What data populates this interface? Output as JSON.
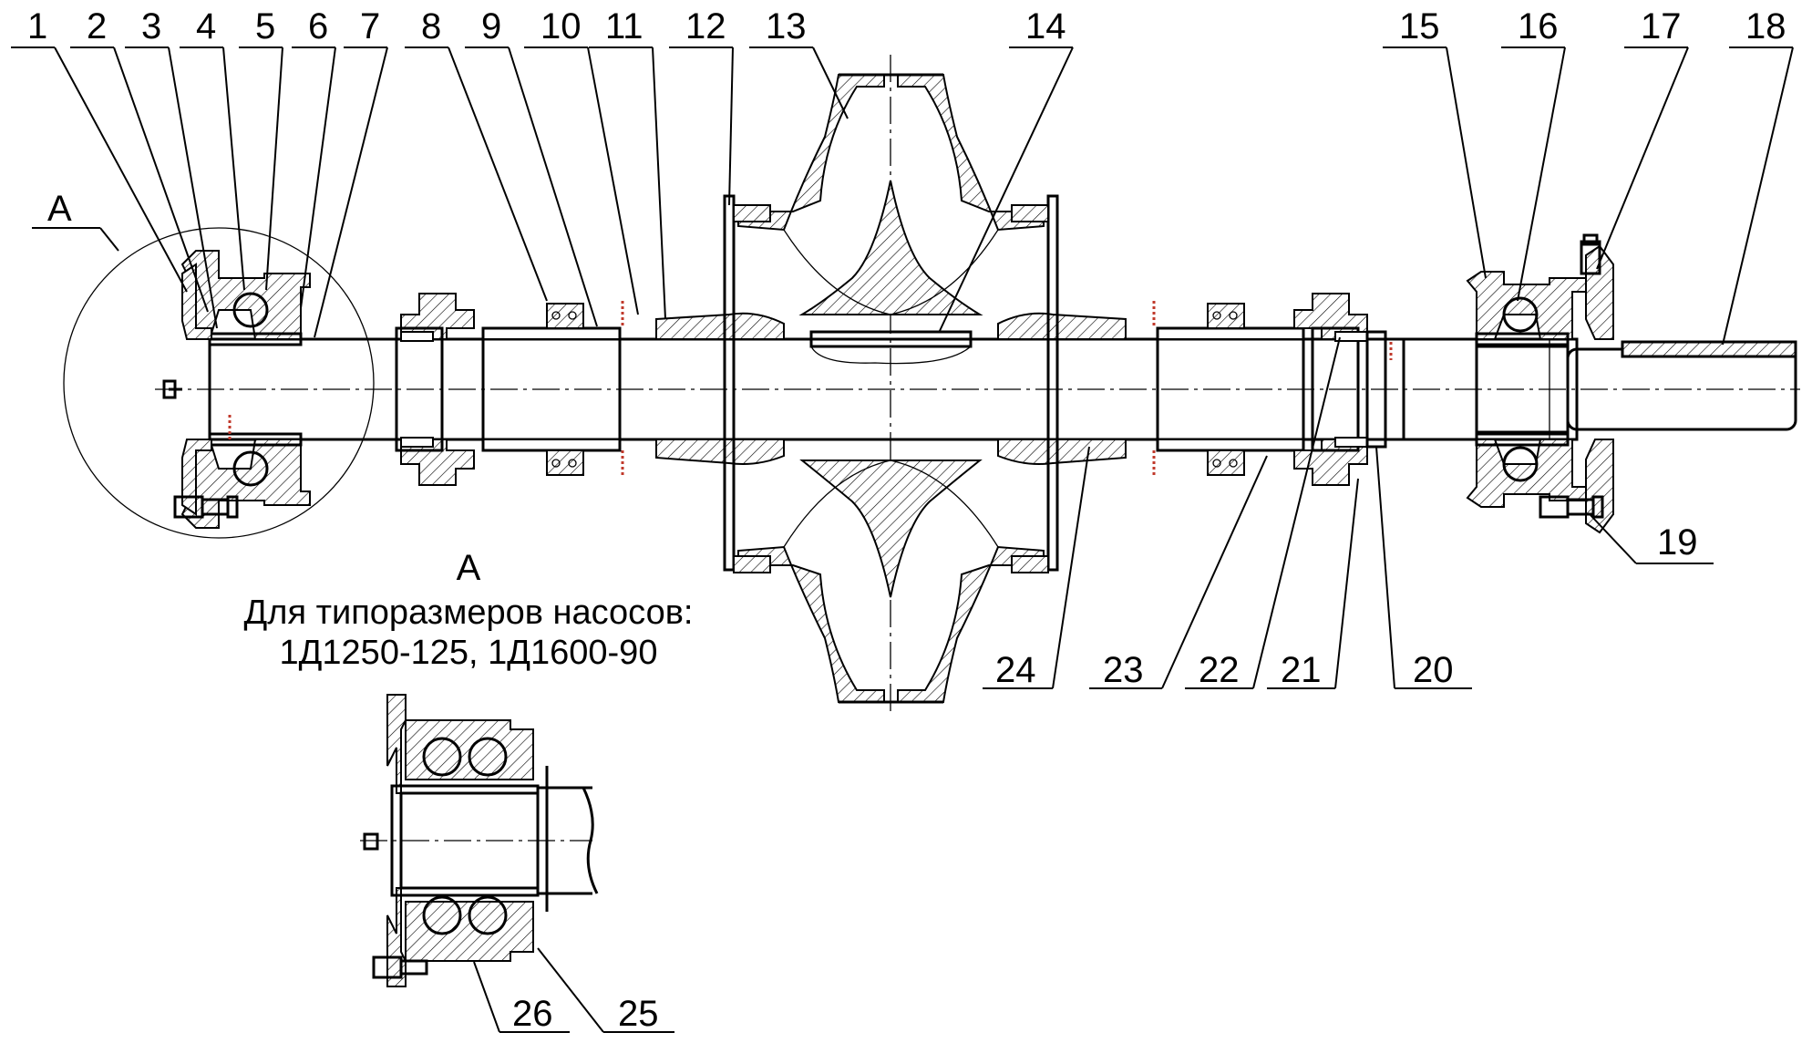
{
  "labels": {
    "top": [
      "1",
      "2",
      "3",
      "4",
      "5",
      "6",
      "7",
      "8",
      "9",
      "10",
      "11",
      "12",
      "13",
      "14",
      "15",
      "16",
      "17",
      "18"
    ],
    "bottom_right": [
      "24",
      "23",
      "22",
      "21",
      "20"
    ],
    "side": "19",
    "detail": [
      "26",
      "25"
    ],
    "view_mark": "А"
  },
  "detail_caption": {
    "letter": "А",
    "line1": "Для типоразмеров насосов:",
    "line2": "1Д1250-125, 1Д1600-90"
  },
  "colors": {
    "line": "#000000",
    "marker": "#c0392b"
  }
}
